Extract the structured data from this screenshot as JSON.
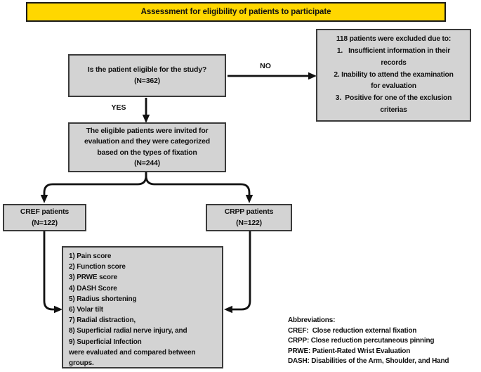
{
  "banner": {
    "title": "Assessment for eligibility of patients to participate"
  },
  "labels": {
    "no": "NO",
    "yes": "YES"
  },
  "boxes": {
    "eligibility": {
      "line1": "Is the patient eligible for the study?",
      "line2": "(N=362)"
    },
    "excluded": {
      "title": "118 patients were excluded due to:",
      "lines": [
        "1.   Insufficient information in their",
        "records",
        "2. Inability to attend the examination",
        "for evaluation",
        "3.  Positive for one of the exclusion",
        "criterias"
      ]
    },
    "invited": {
      "lines": [
        "The eligible patients were invited for",
        "evaluation and they were categorized",
        "based on the types of fixation",
        "(N=244)"
      ]
    },
    "cref": {
      "line1": "CREF patients",
      "line2": "(N=122)"
    },
    "crpp": {
      "line1": "CRPP patients",
      "line2": "(N=122)"
    },
    "outcomes": {
      "items": [
        "1) Pain score",
        "2) Function score",
        "3) PRWE score",
        "4) DASH Score",
        "5) Radius shortening",
        "6) Volar tilt",
        "7) Radial distraction,",
        "8) Superficial radial nerve injury, and",
        "9) Superficial Infection"
      ],
      "footer_lines": [
        "were evaluated and compared between",
        "groups."
      ]
    }
  },
  "abbreviations": {
    "title": "Abbreviations:",
    "lines": [
      "CREF:  Close reduction external fixation",
      "CRPP: Close reduction percutaneous pinning",
      "PRWE: Patient-Rated Wrist Evaluation",
      "DASH: Disabilities of the Arm, Shoulder, and Hand"
    ]
  },
  "colors": {
    "banner_yellow": "#FFD700",
    "banner_border": "#1A1A1A",
    "box_fill": "#D3D3D3",
    "box_border": "#3A3A3A",
    "arrow_black": "#111111",
    "text_black": "#111111"
  }
}
